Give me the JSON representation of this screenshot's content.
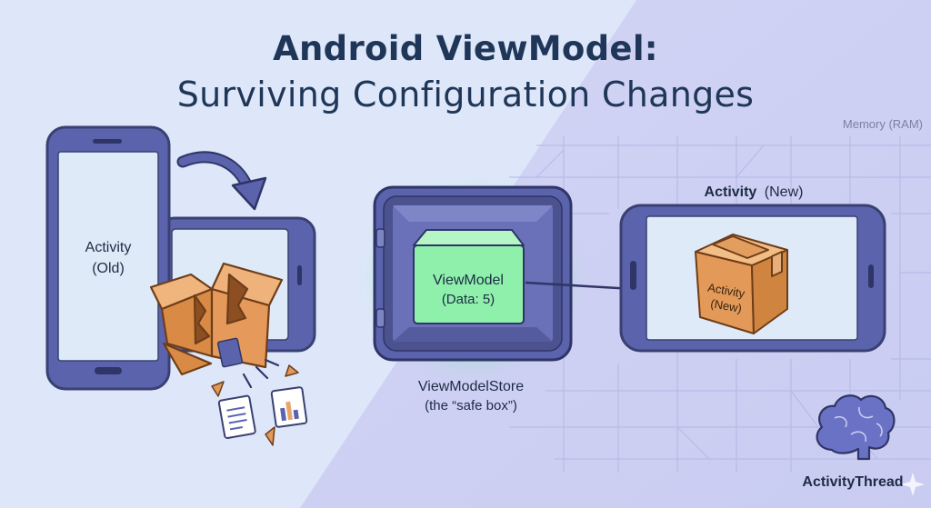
{
  "title": {
    "line1": "Android ViewModel:",
    "line2": "Surviving Configuration Changes"
  },
  "memory": {
    "label": "Memory (RAM)"
  },
  "old_activity": {
    "name": "Activity",
    "state": "(Old)"
  },
  "view_model": {
    "name": "ViewModel",
    "data": "(Data: 5)"
  },
  "store": {
    "name": "ViewModelStore",
    "note": "(the “safe box”)"
  },
  "new_activity": {
    "heading_bold": "Activity",
    "heading_rest": "(New)",
    "box_line1": "Activity",
    "box_line2": "(New)"
  },
  "thread": {
    "label": "ActivityThread"
  },
  "colors": {
    "navy": "#1f3658",
    "phone": "#5b63ad",
    "screen": "#dfeaf8",
    "cardboard": "#e9a567",
    "viewmodel_green": "#8ff0ac",
    "glow": "#6fe49a"
  },
  "icons": [
    "rotate-arrow-icon",
    "broken-box-icon",
    "document-icon",
    "chart-icon",
    "safe-icon",
    "brain-icon",
    "sparkle-icon"
  ]
}
